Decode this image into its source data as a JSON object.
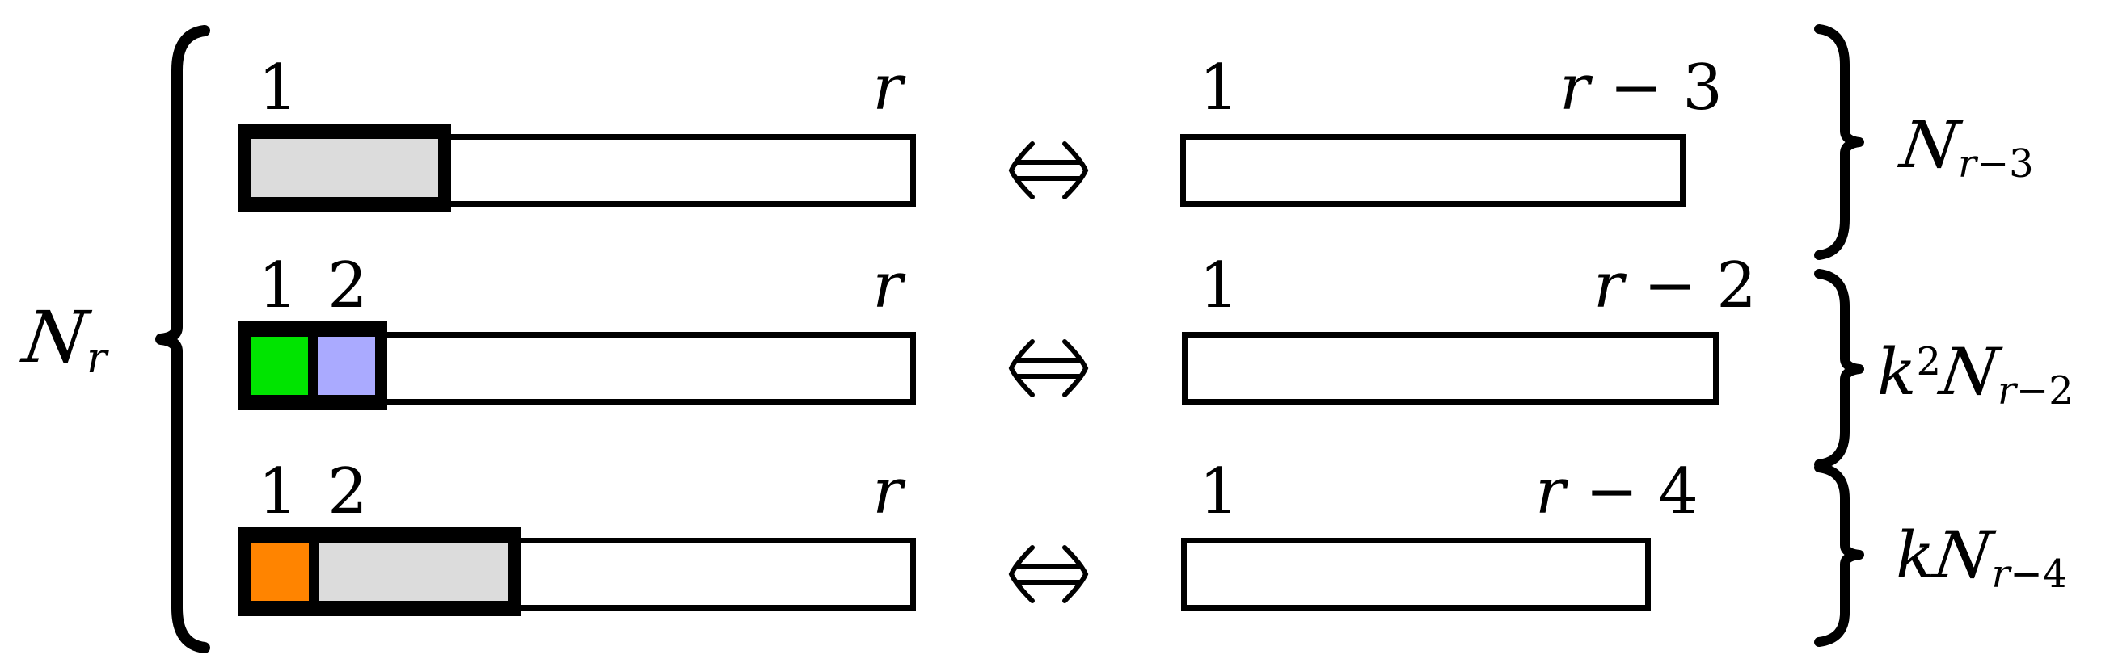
{
  "figure_type": "combinatorial-bijection-diagram",
  "left_expression": {
    "base": "N",
    "sub": "r"
  },
  "icons": {
    "arrow": "equivalence-double-arrow",
    "left_brace": "curly-brace-left",
    "right_brace": "curly-brace-right"
  },
  "arrow_symbol": "⇔",
  "colors": {
    "gray": "#DCDCDC",
    "green": "#00E400",
    "blue": "#AAAAFF",
    "orange": "#FF8400",
    "black": "#000000",
    "background": "#FFFFFF"
  },
  "rows": [
    {
      "left_labels": {
        "first": "1",
        "last_var": "r"
      },
      "left_cells": [
        "gray"
      ],
      "arrow": "⇔",
      "right_labels": {
        "first": "1",
        "last_var": "r",
        "last_rest": " − 3"
      },
      "result": {
        "base": "N",
        "sub_var": "r",
        "sub_rest": "−3"
      }
    },
    {
      "left_labels": {
        "first": "1",
        "second": "2",
        "last_var": "r"
      },
      "left_cells": [
        "green",
        "blue"
      ],
      "arrow": "⇔",
      "right_labels": {
        "first": "1",
        "last_var": "r",
        "last_rest": " − 2"
      },
      "result": {
        "coeff": "k",
        "sup": "2",
        "base": "N",
        "sub_var": "r",
        "sub_rest": "−2"
      }
    },
    {
      "left_labels": {
        "first": "1",
        "second": "2",
        "last_var": "r"
      },
      "left_cells": [
        "orange",
        "gray"
      ],
      "arrow": "⇔",
      "right_labels": {
        "first": "1",
        "last_var": "r",
        "last_rest": " − 4"
      },
      "result": {
        "coeff": "k",
        "base": "N",
        "sub_var": "r",
        "sub_rest": "−4"
      }
    }
  ]
}
